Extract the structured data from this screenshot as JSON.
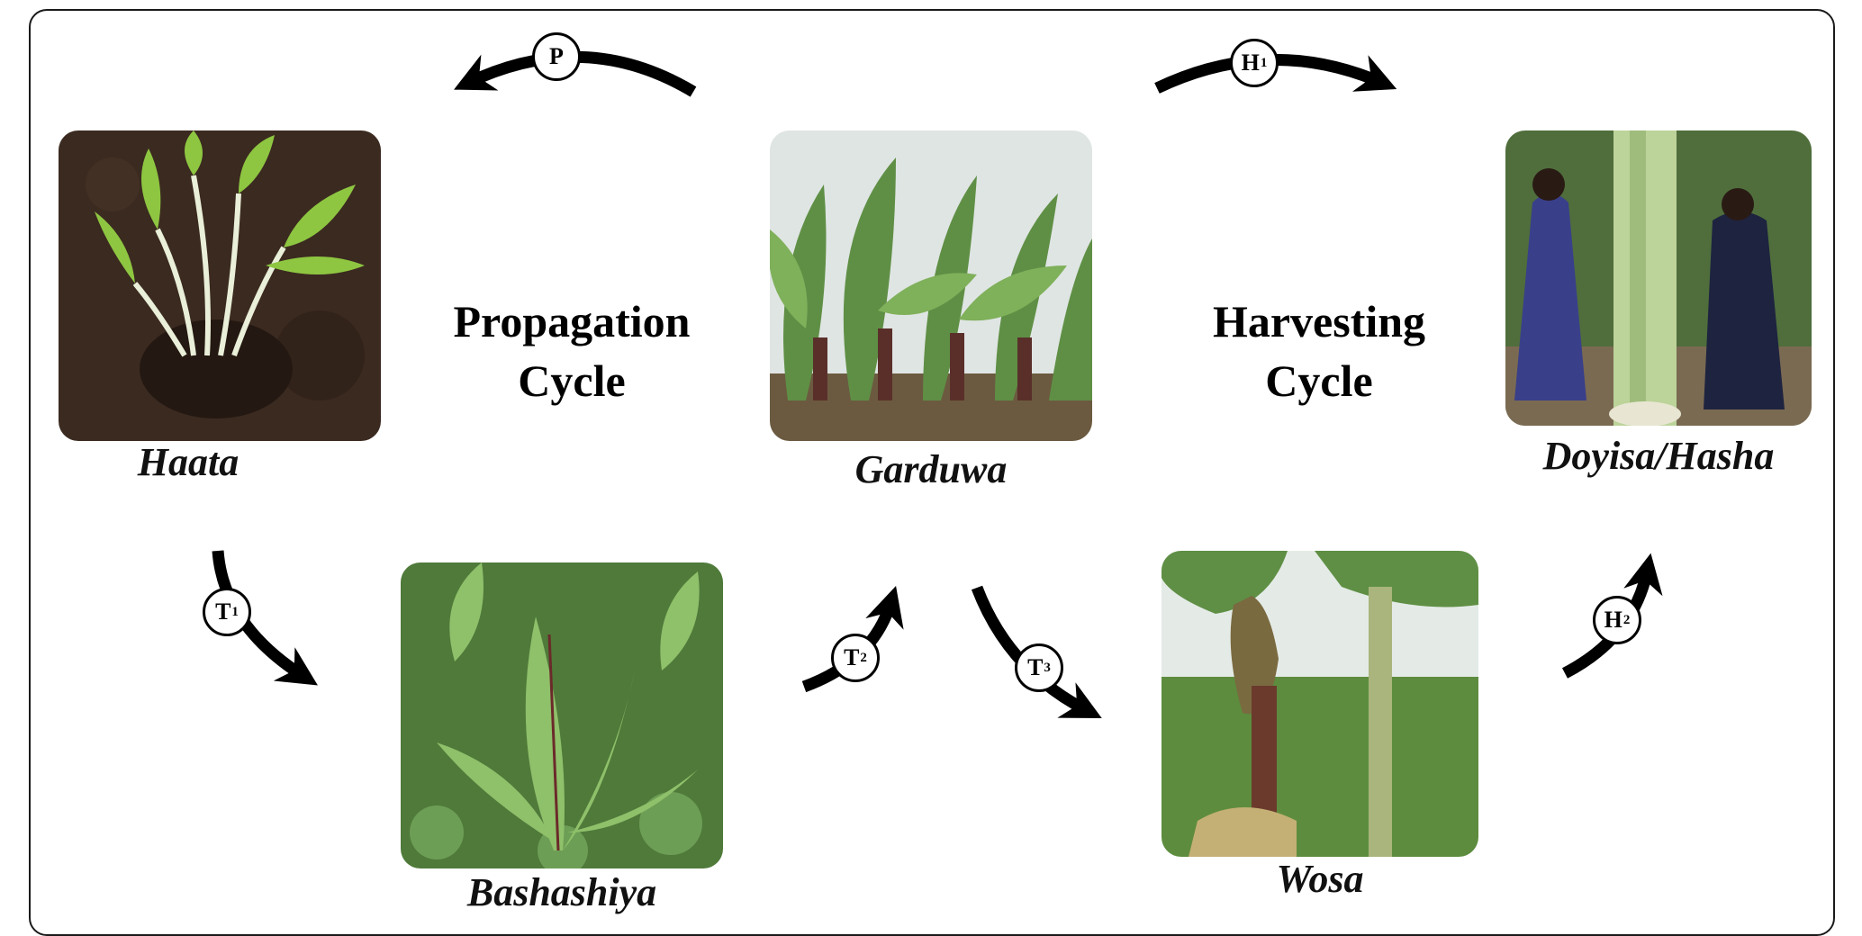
{
  "cycles": {
    "propagation": {
      "line1": "Propagation",
      "line2": "Cycle"
    },
    "harvesting": {
      "line1": "Harvesting",
      "line2": "Cycle"
    }
  },
  "stages": {
    "haata": "Haata",
    "garduwa": "Garduwa",
    "doyisa": "Doyisa/Hasha",
    "bashashiya": "Bashashiya",
    "wosa": "Wosa"
  },
  "transitions": {
    "p": {
      "letter": "P",
      "sub": ""
    },
    "h1": {
      "letter": "H",
      "sub": "1"
    },
    "h2": {
      "letter": "H",
      "sub": "2"
    },
    "t1": {
      "letter": "T",
      "sub": "1"
    },
    "t2": {
      "letter": "T",
      "sub": "2"
    },
    "t3": {
      "letter": "T",
      "sub": "3"
    }
  },
  "colors": {
    "arrow": "#000000",
    "soil": "#3b2a20",
    "leaf": "#8ec641",
    "foliage": "#5f8f45",
    "sky": "#dfe5e3"
  }
}
